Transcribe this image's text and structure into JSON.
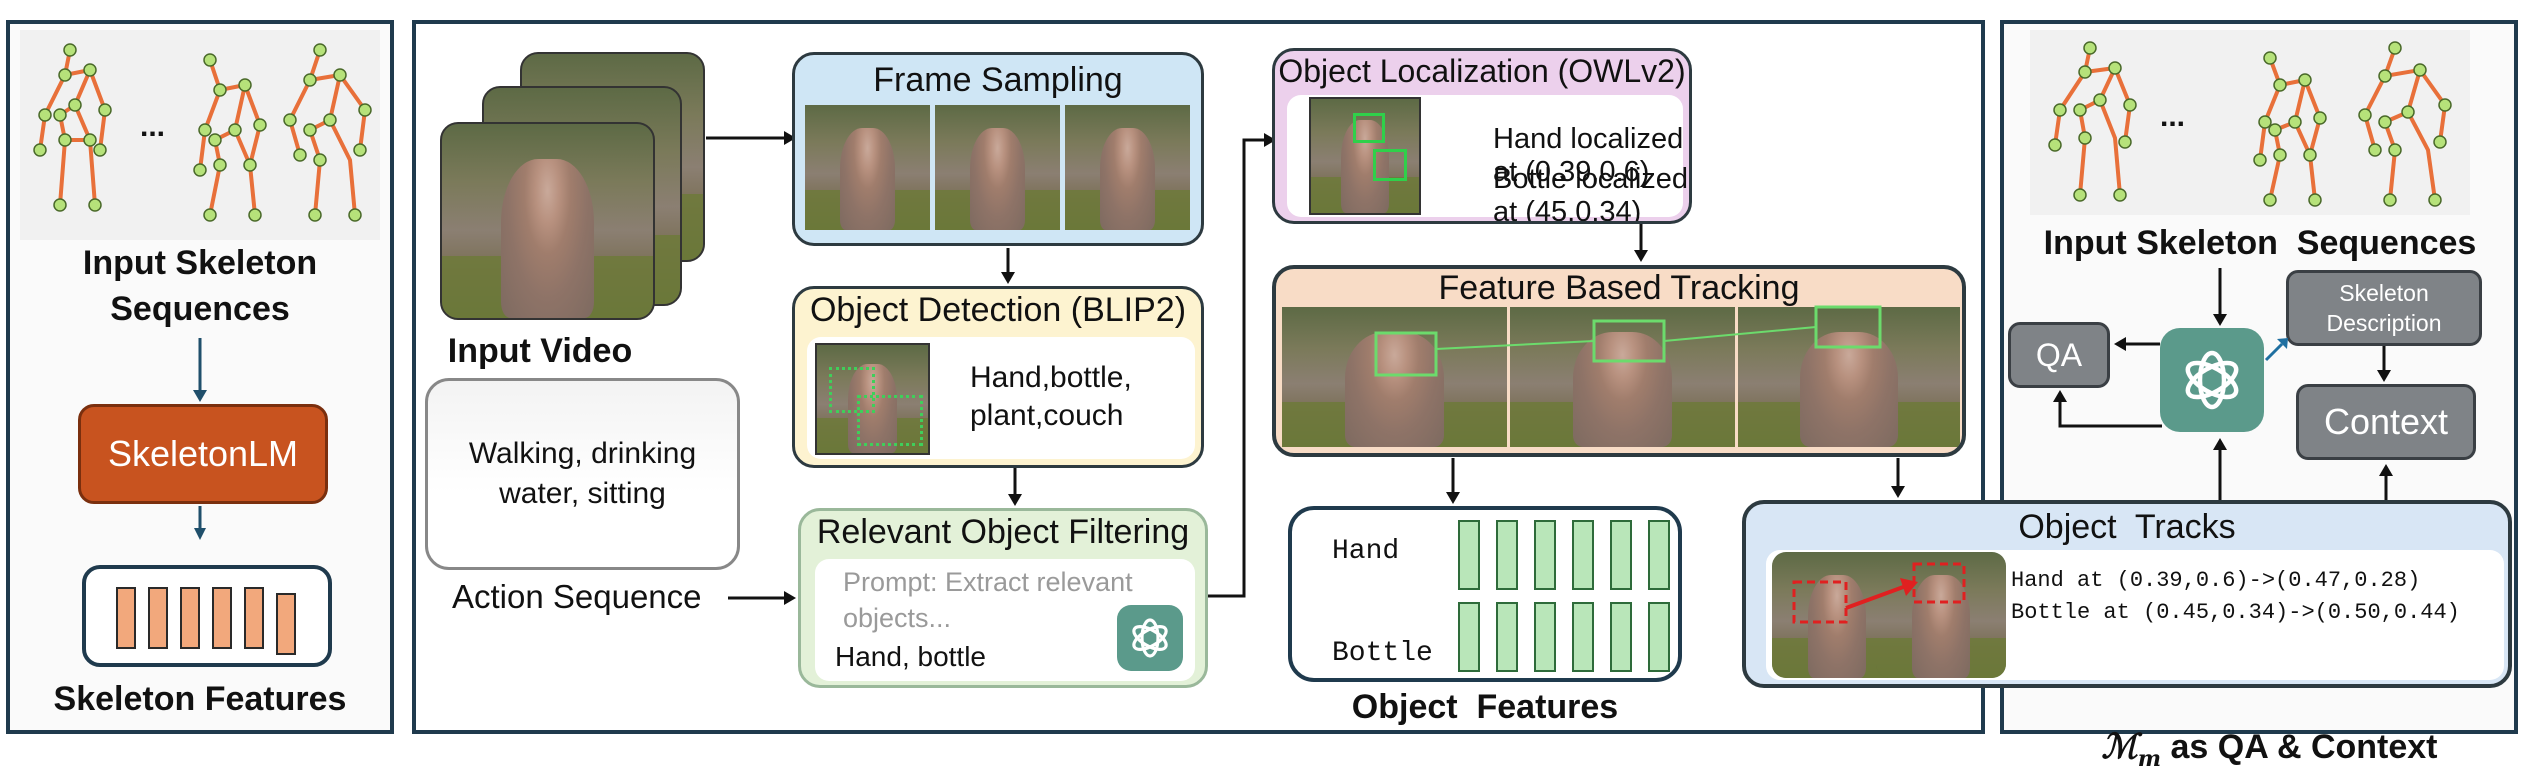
{
  "left_panel": {
    "title_line1": "Input Skeleton",
    "title_line2": "Sequences",
    "ellipsis": "...",
    "model_label": "SkeletonLM",
    "features_label": "Skeleton Features"
  },
  "middle": {
    "input_video_label": "Input Video",
    "action_text_line1": "Walking, drinking",
    "action_text_line2": "water, sitting",
    "action_sequence_label": "Action Sequence",
    "frame_sampling_title": "Frame Sampling",
    "object_detection_title": "Object Detection (BLIP2)",
    "detection_result_line1": "Hand,bottle,",
    "detection_result_line2": "plant,couch",
    "filtering_title": "Relevant Object Filtering",
    "filtering_prompt_line1": "Prompt: Extract relevant",
    "filtering_prompt_line2": "objects...",
    "filtering_result": "Hand, bottle",
    "localization_title": "Object Localization (OWLv2)",
    "localization_line1": "Hand localized at (0.39,0.6)",
    "localization_line2": "Bottle localized at (45,0.34)",
    "tracking_title": "Feature Based Tracking",
    "object_features_label": "Object  Features",
    "feature_row1": "Hand",
    "feature_row2": "Bottle"
  },
  "right_panel": {
    "ellipsis": "...",
    "title": "Input Skeleton  Sequences",
    "qa_label": "QA",
    "skeleton_desc_line1": "Skeleton",
    "skeleton_desc_line2": "Description",
    "context_label": "Context",
    "object_tracks_title": "Object  Tracks",
    "track_line1": "Hand at (0.39,0.6)->(0.47,0.28)",
    "track_line2": "Bottle at (0.45,0.34)->(0.50,0.44)",
    "caption_math": "ℳ",
    "caption_sub": "m",
    "caption_rest": " as QA & Context"
  },
  "colors": {
    "panel_border": "#1f3a4d",
    "skeleton_bone": "#e8703a",
    "skeleton_joint": "#b6e27a",
    "skeletonlm_fill": "#c8531f",
    "feature_bar": "#f2a87c",
    "object_feature_bar": "#b9e6b9",
    "frame_sampling_bg": "#cfe6f5",
    "detection_bg": "#fdf3d0",
    "filtering_bg": "#e3f1d8",
    "localization_bg": "#ecd0ec",
    "tracking_bg": "#f8dcc6",
    "object_tracks_bg": "#d8e6f5",
    "gpt_teal": "#5b9a8b",
    "grey_box": "#7f8387"
  }
}
